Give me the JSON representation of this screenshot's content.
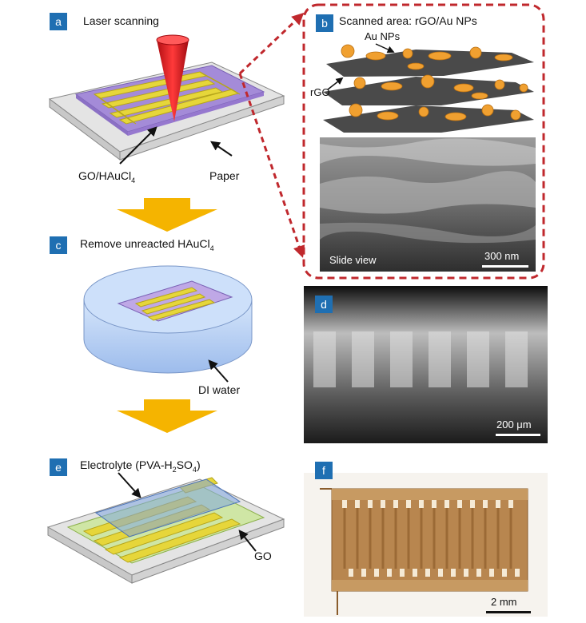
{
  "panels": {
    "a": {
      "letter": "a",
      "title": "Laser scanning",
      "label_go": "GO/HAuCl",
      "label_go_sub": "4",
      "label_paper": "Paper"
    },
    "b": {
      "letter": "b",
      "title": "Scanned area: rGO/Au NPs",
      "label_au": "Au NPs",
      "label_rgo": "rGO",
      "sem_caption": "Slide view",
      "scale": "300 nm"
    },
    "c": {
      "letter": "c",
      "title_prefix": "Remove unreacted HAuCl",
      "title_sub": "4",
      "label_water": "DI water"
    },
    "d": {
      "letter": "d",
      "scale": "200 μm"
    },
    "e": {
      "letter": "e",
      "title_prefix": "Electrolyte (PVA-H",
      "title_sub1": "2",
      "title_mid": "SO",
      "title_sub2": "4",
      "title_suffix": ")",
      "label_go": "GO"
    },
    "f": {
      "letter": "f",
      "scale": "2 mm"
    }
  },
  "colors": {
    "panel_letter_bg": "#1f6fb2",
    "dashed_outline": "#c0282d",
    "arrow_yellow": "#f5b400",
    "electrode_yellow": "#e6d63a",
    "go_purple": "#a48bd8",
    "rgo_gray": "#4a4a4a",
    "au_orange": "#f0a030"
  }
}
